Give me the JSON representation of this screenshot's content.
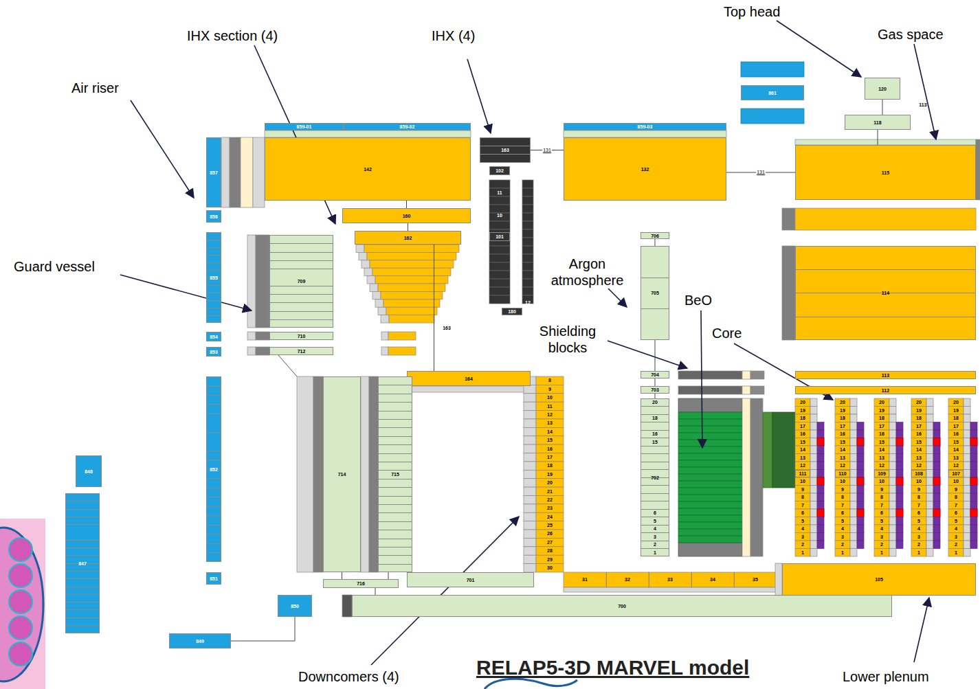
{
  "diagram": {
    "title": "RELAP5-3D MARVEL model",
    "nodes": [
      {
        "text": [
          "120"
        ]
      },
      {
        "text": [
          "118"
        ]
      },
      {
        "text": [
          "115"
        ]
      },
      {
        "text": [
          "132"
        ]
      },
      {
        "text": [
          "142"
        ]
      },
      {
        "text": [
          "163"
        ]
      },
      {
        "text": [
          "102"
        ]
      },
      {
        "text": [
          "160"
        ]
      },
      {
        "text": [
          "162"
        ]
      },
      {
        "text": [
          "101"
        ]
      },
      {
        "text": [
          "180"
        ]
      },
      {
        "text": [
          "164"
        ]
      },
      {
        "text": [
          "114"
        ]
      },
      {
        "text": [
          "113"
        ]
      },
      {
        "text": [
          "112"
        ]
      },
      {
        "text": [
          "111"
        ]
      },
      {
        "text": [
          "110"
        ]
      },
      {
        "text": [
          "109"
        ]
      },
      {
        "text": [
          "108"
        ]
      },
      {
        "text": [
          "107"
        ]
      },
      {
        "text": [
          "105"
        ]
      },
      {
        "text": [
          "706"
        ]
      },
      {
        "text": [
          "705"
        ]
      },
      {
        "text": [
          "704"
        ]
      },
      {
        "text": [
          "703"
        ]
      },
      {
        "text": [
          "702"
        ]
      },
      {
        "text": [
          "701"
        ]
      },
      {
        "text": [
          "700"
        ]
      },
      {
        "text": [
          "716"
        ]
      },
      {
        "text": [
          "714"
        ]
      },
      {
        "text": [
          "715"
        ]
      },
      {
        "text": [
          "709"
        ]
      },
      {
        "text": [
          "710"
        ]
      },
      {
        "text": [
          "712"
        ]
      },
      {
        "text": [
          "857"
        ]
      },
      {
        "text": [
          "856"
        ]
      },
      {
        "text": [
          "855"
        ]
      },
      {
        "text": [
          "854"
        ]
      },
      {
        "text": [
          "853"
        ]
      },
      {
        "text": [
          "852"
        ]
      },
      {
        "text": [
          "851"
        ]
      },
      {
        "text": [
          "850"
        ]
      },
      {
        "text": [
          "849"
        ]
      },
      {
        "text": [
          "848"
        ]
      },
      {
        "text": [
          "847"
        ]
      },
      {
        "text": [
          "861"
        ]
      },
      {
        "text": [
          "859-01"
        ]
      },
      {
        "text": [
          "859-02"
        ]
      },
      {
        "text": [
          "859-03"
        ]
      }
    ],
    "edges": [
      {
        "from": 0,
        "to": 1,
        "arrow": "none"
      },
      {
        "from": 1,
        "to": 2,
        "arrow": "none"
      },
      {
        "from": 5,
        "to": 3,
        "arrow": "none",
        "label": "131"
      },
      {
        "from": 3,
        "to": 2,
        "arrow": "none",
        "label": "131"
      },
      {
        "from": 4,
        "to": 7,
        "arrow": "none"
      },
      {
        "from": 7,
        "to": 8,
        "arrow": "none"
      },
      {
        "from": 8,
        "to": 11,
        "arrow": "none"
      },
      {
        "from": 21,
        "to": 22,
        "arrow": "none"
      },
      {
        "from": 22,
        "to": 23,
        "arrow": "none"
      },
      {
        "from": 23,
        "to": 24,
        "arrow": "none"
      },
      {
        "from": 24,
        "to": 25,
        "arrow": "none"
      },
      {
        "from": 29,
        "to": 28,
        "arrow": "none"
      },
      {
        "from": 30,
        "to": 28,
        "arrow": "none"
      },
      {
        "from": 28,
        "to": 27,
        "arrow": "none"
      },
      {
        "from": 41,
        "to": 42,
        "arrow": "none"
      }
    ],
    "labels": [
      "Top head",
      "Gas space",
      "IHX section (4)",
      "IHX (4)",
      "Air riser",
      "Argon atmosphere",
      "Guard vessel",
      "BeO",
      "Shielding blocks",
      "Core",
      "Downcomers (4)",
      "Lower plenum",
      "113",
      "163",
      "11",
      "10",
      "12",
      "20",
      "19",
      "18",
      "17",
      "16",
      "15",
      "14",
      "13",
      "12",
      "10",
      "9",
      "8",
      "7",
      "6",
      "5",
      "4",
      "3",
      "2",
      "1",
      "20",
      "19",
      "18",
      "17",
      "16",
      "15",
      "14",
      "13",
      "12",
      "10",
      "9",
      "8",
      "7",
      "6",
      "5",
      "4",
      "3",
      "2",
      "1",
      "20",
      "19",
      "18",
      "17",
      "16",
      "15",
      "14",
      "13",
      "12",
      "10",
      "9",
      "8",
      "7",
      "6",
      "5",
      "4",
      "3",
      "2",
      "1",
      "20",
      "19",
      "18",
      "17",
      "16",
      "15",
      "14",
      "13",
      "12",
      "10",
      "9",
      "8",
      "7",
      "6",
      "5",
      "4",
      "3",
      "2",
      "1",
      "20",
      "19",
      "18",
      "17",
      "16",
      "15",
      "14",
      "13",
      "12",
      "10",
      "9",
      "8",
      "7",
      "6",
      "5",
      "4",
      "3",
      "2",
      "1",
      "8",
      "9",
      "10",
      "11",
      "12",
      "13",
      "14",
      "15",
      "16",
      "17",
      "18",
      "19",
      "20",
      "21",
      "22",
      "23",
      "24",
      "25",
      "26",
      "27",
      "28",
      "29",
      "30",
      "31",
      "32",
      "33",
      "34",
      "35",
      "20",
      "18",
      "16",
      "15",
      "6",
      "5",
      "4",
      "3",
      "2",
      "1"
    ]
  }
}
